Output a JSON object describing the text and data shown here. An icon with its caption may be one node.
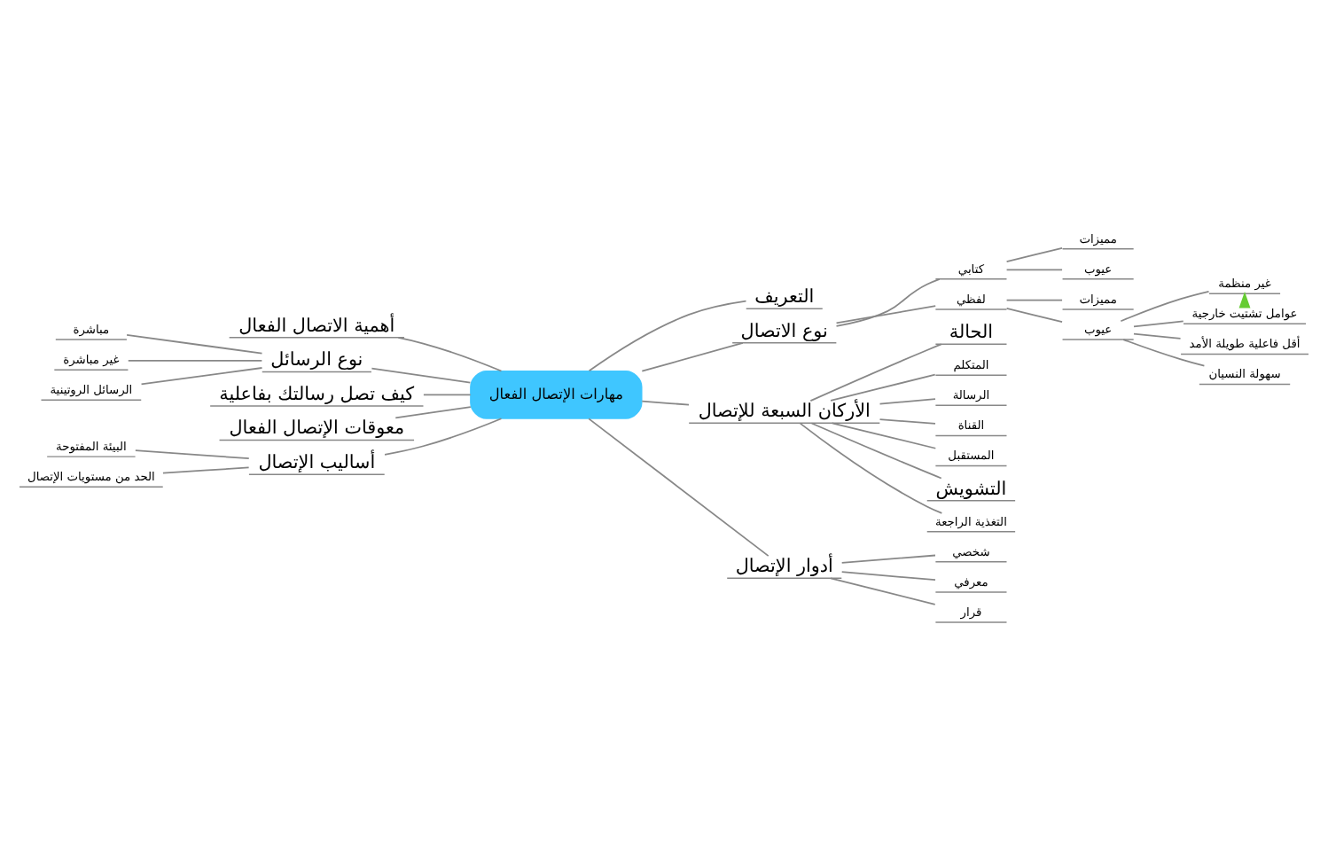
{
  "diagram": {
    "nodes": [
      {
        "text": [
          "مهارات الإتصال الفعال"
        ]
      },
      {
        "text": [
          "التعريف"
        ]
      },
      {
        "text": [
          "نوع الاتصال"
        ]
      },
      {
        "text": [
          "كتابي"
        ]
      },
      {
        "text": [
          "مميزات"
        ]
      },
      {
        "text": [
          "عيوب"
        ]
      },
      {
        "text": [
          "لفظي"
        ]
      },
      {
        "text": [
          "مميزات"
        ]
      },
      {
        "text": [
          "عيوب"
        ]
      },
      {
        "text": [
          "غير منظمة"
        ]
      },
      {
        "text": [
          "عوامل تشتيت خارجية"
        ]
      },
      {
        "text": [
          "أقل فاعلية طويلة الأمد"
        ]
      },
      {
        "text": [
          "سهولة النسيان"
        ]
      },
      {
        "text": [
          "الأركان السبعة للإتصال"
        ]
      },
      {
        "text": [
          "الحالة"
        ]
      },
      {
        "text": [
          "المتكلم"
        ]
      },
      {
        "text": [
          "الرسالة"
        ]
      },
      {
        "text": [
          "القناة"
        ]
      },
      {
        "text": [
          "المستقبل"
        ]
      },
      {
        "text": [
          "التشويش"
        ]
      },
      {
        "text": [
          "التغذية الراجعة"
        ]
      },
      {
        "text": [
          "أدوار الإتصال"
        ]
      },
      {
        "text": [
          "شخصي"
        ]
      },
      {
        "text": [
          "معرفي"
        ]
      },
      {
        "text": [
          "قرار"
        ]
      },
      {
        "text": [
          "أهمية الاتصال الفعال"
        ]
      },
      {
        "text": [
          "نوع الرسائل"
        ]
      },
      {
        "text": [
          "مباشرة"
        ]
      },
      {
        "text": [
          "غير مباشرة"
        ]
      },
      {
        "text": [
          "الرسائل الروتينية"
        ]
      },
      {
        "text": [
          "كيف تصل رسالتك بفاعلية"
        ]
      },
      {
        "text": [
          "معوقات الإتصال الفعال"
        ]
      },
      {
        "text": [
          "أساليب الإتصال"
        ]
      },
      {
        "text": [
          "البيئة المفتوحة"
        ]
      },
      {
        "text": [
          "الحد من مستويات الإتصال"
        ]
      }
    ],
    "edges": [
      {
        "from": 0,
        "to": 1,
        "arrow": "none"
      },
      {
        "from": 0,
        "to": 2,
        "arrow": "none"
      },
      {
        "from": 2,
        "to": 3,
        "arrow": "none"
      },
      {
        "from": 3,
        "to": 4,
        "arrow": "none"
      },
      {
        "from": 3,
        "to": 5,
        "arrow": "none"
      },
      {
        "from": 2,
        "to": 6,
        "arrow": "none"
      },
      {
        "from": 6,
        "to": 7,
        "arrow": "none"
      },
      {
        "from": 6,
        "to": 8,
        "arrow": "none"
      },
      {
        "from": 8,
        "to": 9,
        "arrow": "none"
      },
      {
        "from": 8,
        "to": 10,
        "arrow": "none"
      },
      {
        "from": 8,
        "to": 11,
        "arrow": "none"
      },
      {
        "from": 8,
        "to": 12,
        "arrow": "none"
      },
      {
        "from": 10,
        "to": 9,
        "arrow": "to",
        "color": "#66cc33"
      },
      {
        "from": 0,
        "to": 13,
        "arrow": "none"
      },
      {
        "from": 13,
        "to": 14,
        "arrow": "none"
      },
      {
        "from": 13,
        "to": 15,
        "arrow": "none"
      },
      {
        "from": 13,
        "to": 16,
        "arrow": "none"
      },
      {
        "from": 13,
        "to": 17,
        "arrow": "none"
      },
      {
        "from": 13,
        "to": 18,
        "arrow": "none"
      },
      {
        "from": 13,
        "to": 19,
        "arrow": "none"
      },
      {
        "from": 13,
        "to": 20,
        "arrow": "none"
      },
      {
        "from": 0,
        "to": 21,
        "arrow": "none"
      },
      {
        "from": 21,
        "to": 22,
        "arrow": "none"
      },
      {
        "from": 21,
        "to": 23,
        "arrow": "none"
      },
      {
        "from": 21,
        "to": 24,
        "arrow": "none"
      },
      {
        "from": 0,
        "to": 25,
        "arrow": "none"
      },
      {
        "from": 0,
        "to": 26,
        "arrow": "none"
      },
      {
        "from": 26,
        "to": 27,
        "arrow": "none"
      },
      {
        "from": 26,
        "to": 28,
        "arrow": "none"
      },
      {
        "from": 26,
        "to": 29,
        "arrow": "none"
      },
      {
        "from": 0,
        "to": 30,
        "arrow": "none"
      },
      {
        "from": 0,
        "to": 31,
        "arrow": "none"
      },
      {
        "from": 0,
        "to": 32,
        "arrow": "none"
      },
      {
        "from": 32,
        "to": 33,
        "arrow": "none"
      },
      {
        "from": 32,
        "to": 34,
        "arrow": "none"
      }
    ]
  }
}
